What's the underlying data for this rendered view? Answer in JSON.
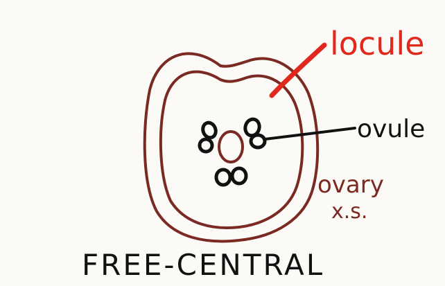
{
  "labels": {
    "locule": "locule",
    "ovule": "ovule",
    "ovary_line1": "ovary",
    "ovary_line2": "x.s.",
    "caption": "FREE-CENTRAL"
  },
  "colors": {
    "paper": "#fbfaf6",
    "ovary_wall": "#7a2a22",
    "locule_red": "#e0281c",
    "ink_black": "#111111"
  }
}
